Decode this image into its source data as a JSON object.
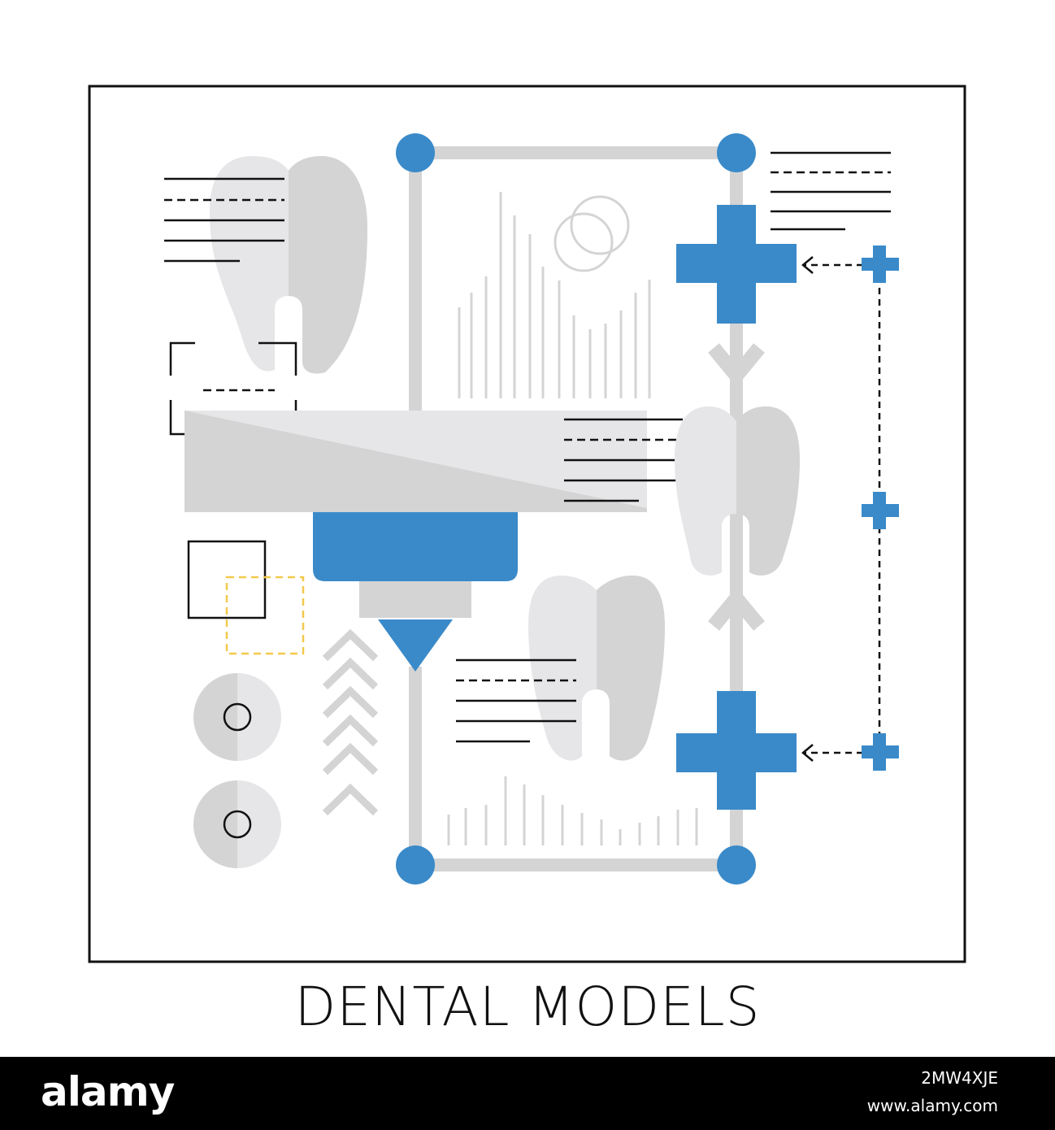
{
  "caption": "DENTAL MODELS",
  "footer": {
    "logo_text": "alamy",
    "image_id": "2MW4XJE",
    "url": "www.alamy.com"
  },
  "colors": {
    "accent_blue": "#3a8ac9",
    "light_gray": "#e6e6e8",
    "mid_gray": "#d4d4d4",
    "accent_yellow": "#f2c94c",
    "line_black": "#111111",
    "footer_bg": "#000000"
  },
  "icons": [
    "tooth-icon",
    "printer-nozzle-icon",
    "medical-cross-icon",
    "circle-node-icon",
    "chevron-up-icon",
    "arrow-down-icon",
    "arrow-up-icon"
  ]
}
